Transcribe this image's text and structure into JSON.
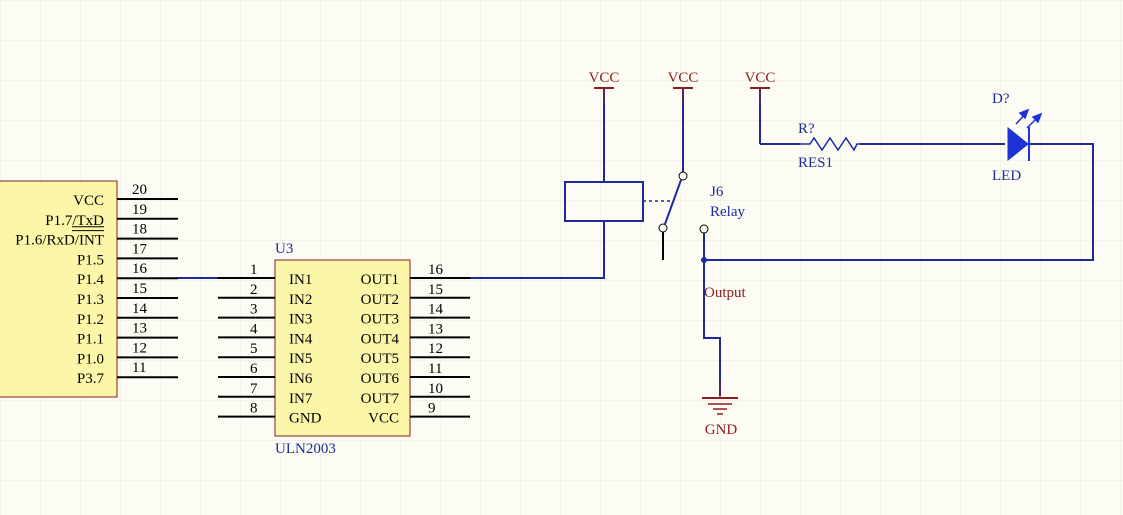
{
  "colors": {
    "background": "#fdfcf4",
    "grid": "#ecebe0",
    "wire": "#1e2a9c",
    "component_body": "#fbf6a8",
    "component_border": "#8b1e1e",
    "pin": "#000000",
    "label_blue": "#1e2a9c",
    "label_red": "#8b1e1e",
    "label_black": "#000000",
    "led_blue": "#1f33d6"
  },
  "mcu": {
    "pins": [
      {
        "name": "VCC",
        "num": "20"
      },
      {
        "name": "P1.7/TxD",
        "num": "19"
      },
      {
        "name": "P1.6/RxD/INT",
        "num": "18"
      },
      {
        "name": "P1.5",
        "num": "17"
      },
      {
        "name": "P1.4",
        "num": "16"
      },
      {
        "name": "P1.3",
        "num": "15"
      },
      {
        "name": "P1.2",
        "num": "14"
      },
      {
        "name": "P1.1",
        "num": "13"
      },
      {
        "name": "P1.0",
        "num": "12"
      },
      {
        "name": "P3.7",
        "num": "11"
      }
    ]
  },
  "uln": {
    "designator": "U3",
    "part": "ULN2003",
    "left_pins": [
      {
        "name": "IN1",
        "num": "1"
      },
      {
        "name": "IN2",
        "num": "2"
      },
      {
        "name": "IN3",
        "num": "3"
      },
      {
        "name": "IN4",
        "num": "4"
      },
      {
        "name": "IN5",
        "num": "5"
      },
      {
        "name": "IN6",
        "num": "6"
      },
      {
        "name": "IN7",
        "num": "7"
      },
      {
        "name": "GND",
        "num": "8"
      }
    ],
    "right_pins": [
      {
        "name": "OUT1",
        "num": "16"
      },
      {
        "name": "OUT2",
        "num": "15"
      },
      {
        "name": "OUT3",
        "num": "14"
      },
      {
        "name": "OUT4",
        "num": "13"
      },
      {
        "name": "OUT5",
        "num": "12"
      },
      {
        "name": "OUT6",
        "num": "11"
      },
      {
        "name": "OUT7",
        "num": "10"
      },
      {
        "name": "VCC",
        "num": "9"
      }
    ]
  },
  "power": {
    "vcc1": "VCC",
    "vcc2": "VCC",
    "vcc3": "VCC",
    "gnd": "GND"
  },
  "relay": {
    "designator": "J6",
    "name": "Relay"
  },
  "resistor": {
    "designator": "R?",
    "value": "RES1"
  },
  "led": {
    "designator": "D?",
    "value": "LED"
  },
  "net_labels": {
    "output": "Output"
  }
}
